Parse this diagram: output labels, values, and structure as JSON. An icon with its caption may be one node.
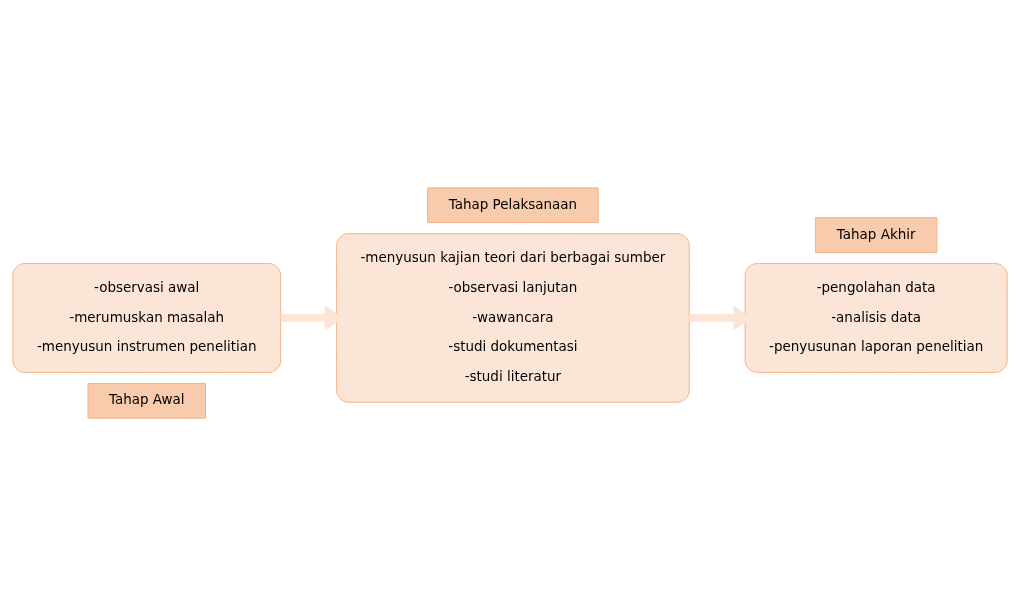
{
  "diagram": {
    "nodes": [
      {
        "text": [
          "Tahap Awal"
        ]
      },
      {
        "text": [
          "-observasi awal",
          "-merumuskan masalah",
          "-menyusun instrumen penelitian"
        ]
      },
      {
        "text": [
          "Tahap Pelaksanaan"
        ]
      },
      {
        "text": [
          "-menyusun kajian teori dari berbagai sumber",
          "-observasi lanjutan",
          "-wawancara",
          "-studi dokumentasi",
          "-studi literatur"
        ]
      },
      {
        "text": [
          "Tahap Akhir"
        ]
      },
      {
        "text": [
          "-pengolahan data",
          "-analisis data",
          "-penyusunan laporan penelitian"
        ]
      }
    ],
    "edges": [
      {
        "from": 1,
        "to": 3,
        "arrow": "to"
      },
      {
        "from": 3,
        "to": 5,
        "arrow": "to"
      }
    ]
  }
}
